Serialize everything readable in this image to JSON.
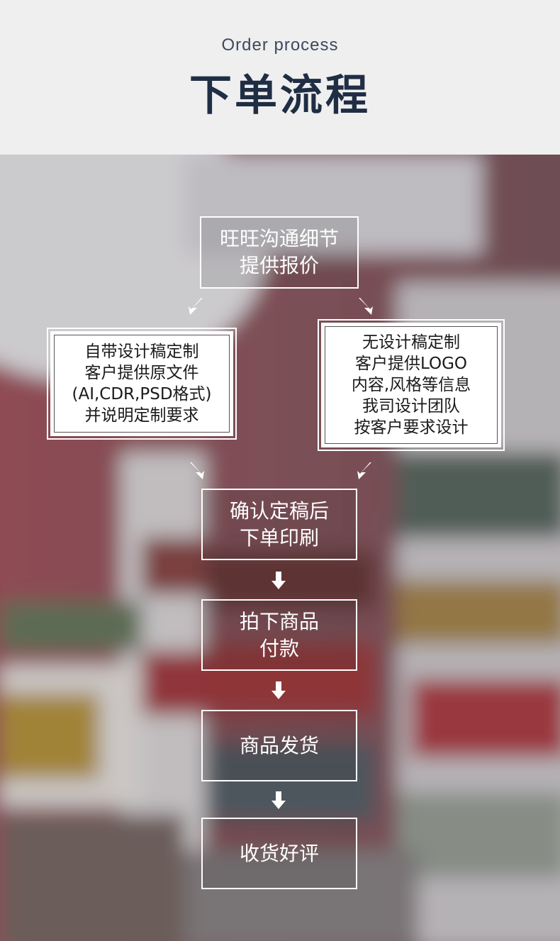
{
  "header": {
    "subtitle": "Order process",
    "title": "下单流程"
  },
  "flow": {
    "step1": [
      "旺旺沟通细节",
      "提供报价"
    ],
    "left": [
      "自带设计稿定制",
      "客户提供原文件",
      "(AI,CDR,PSD格式)",
      "并说明定制要求"
    ],
    "right": [
      "无设计稿定制",
      "客户提供LOGO",
      "内容,风格等信息",
      "我司设计团队",
      "按客户要求设计"
    ],
    "step3": [
      "确认定稿后",
      "下单印刷"
    ],
    "step4": [
      "拍下商品",
      "付款"
    ],
    "step5": [
      "商品发货"
    ],
    "step6": [
      "收货好评"
    ]
  },
  "colors": {
    "header_bg": "#efefef",
    "title": "#1f2e44",
    "box_border": "#ffffff"
  },
  "icons": {
    "down_arrow": "down-arrow-icon",
    "diag_left": "down-left-arrow-icon",
    "diag_right": "down-right-arrow-icon"
  }
}
